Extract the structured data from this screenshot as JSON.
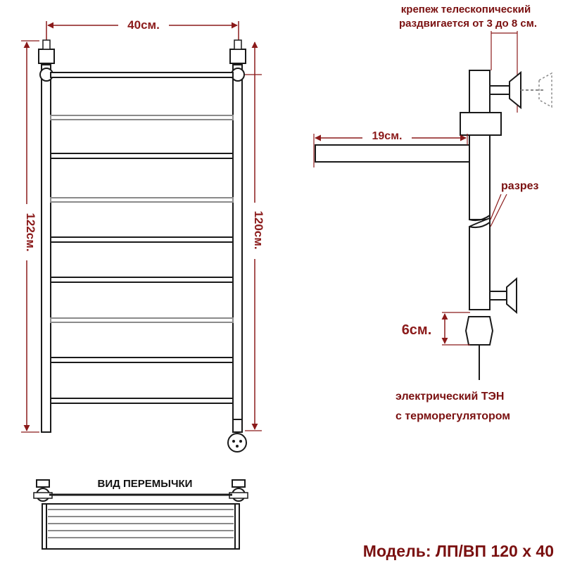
{
  "labels": {
    "width_front": "40см.",
    "height_total": "122см.",
    "height_axis": "120см.",
    "depth": "19см.",
    "tap_length": "6см.",
    "mount_line1": "крепеж телескопический",
    "mount_line2": "раздвигается от 3 до 8 см.",
    "section": "разрез",
    "heater_line1": "электрический   ТЭН",
    "heater_line2": "с терморегулятором",
    "top_view": "ВИД ПЕРЕМЫЧКИ",
    "model": "Модель: ЛП/ВП 120 х 40"
  },
  "colors": {
    "dimension": "#8b1a1a",
    "outline": "#1a1a1a",
    "shade": "#9a9a9a"
  }
}
